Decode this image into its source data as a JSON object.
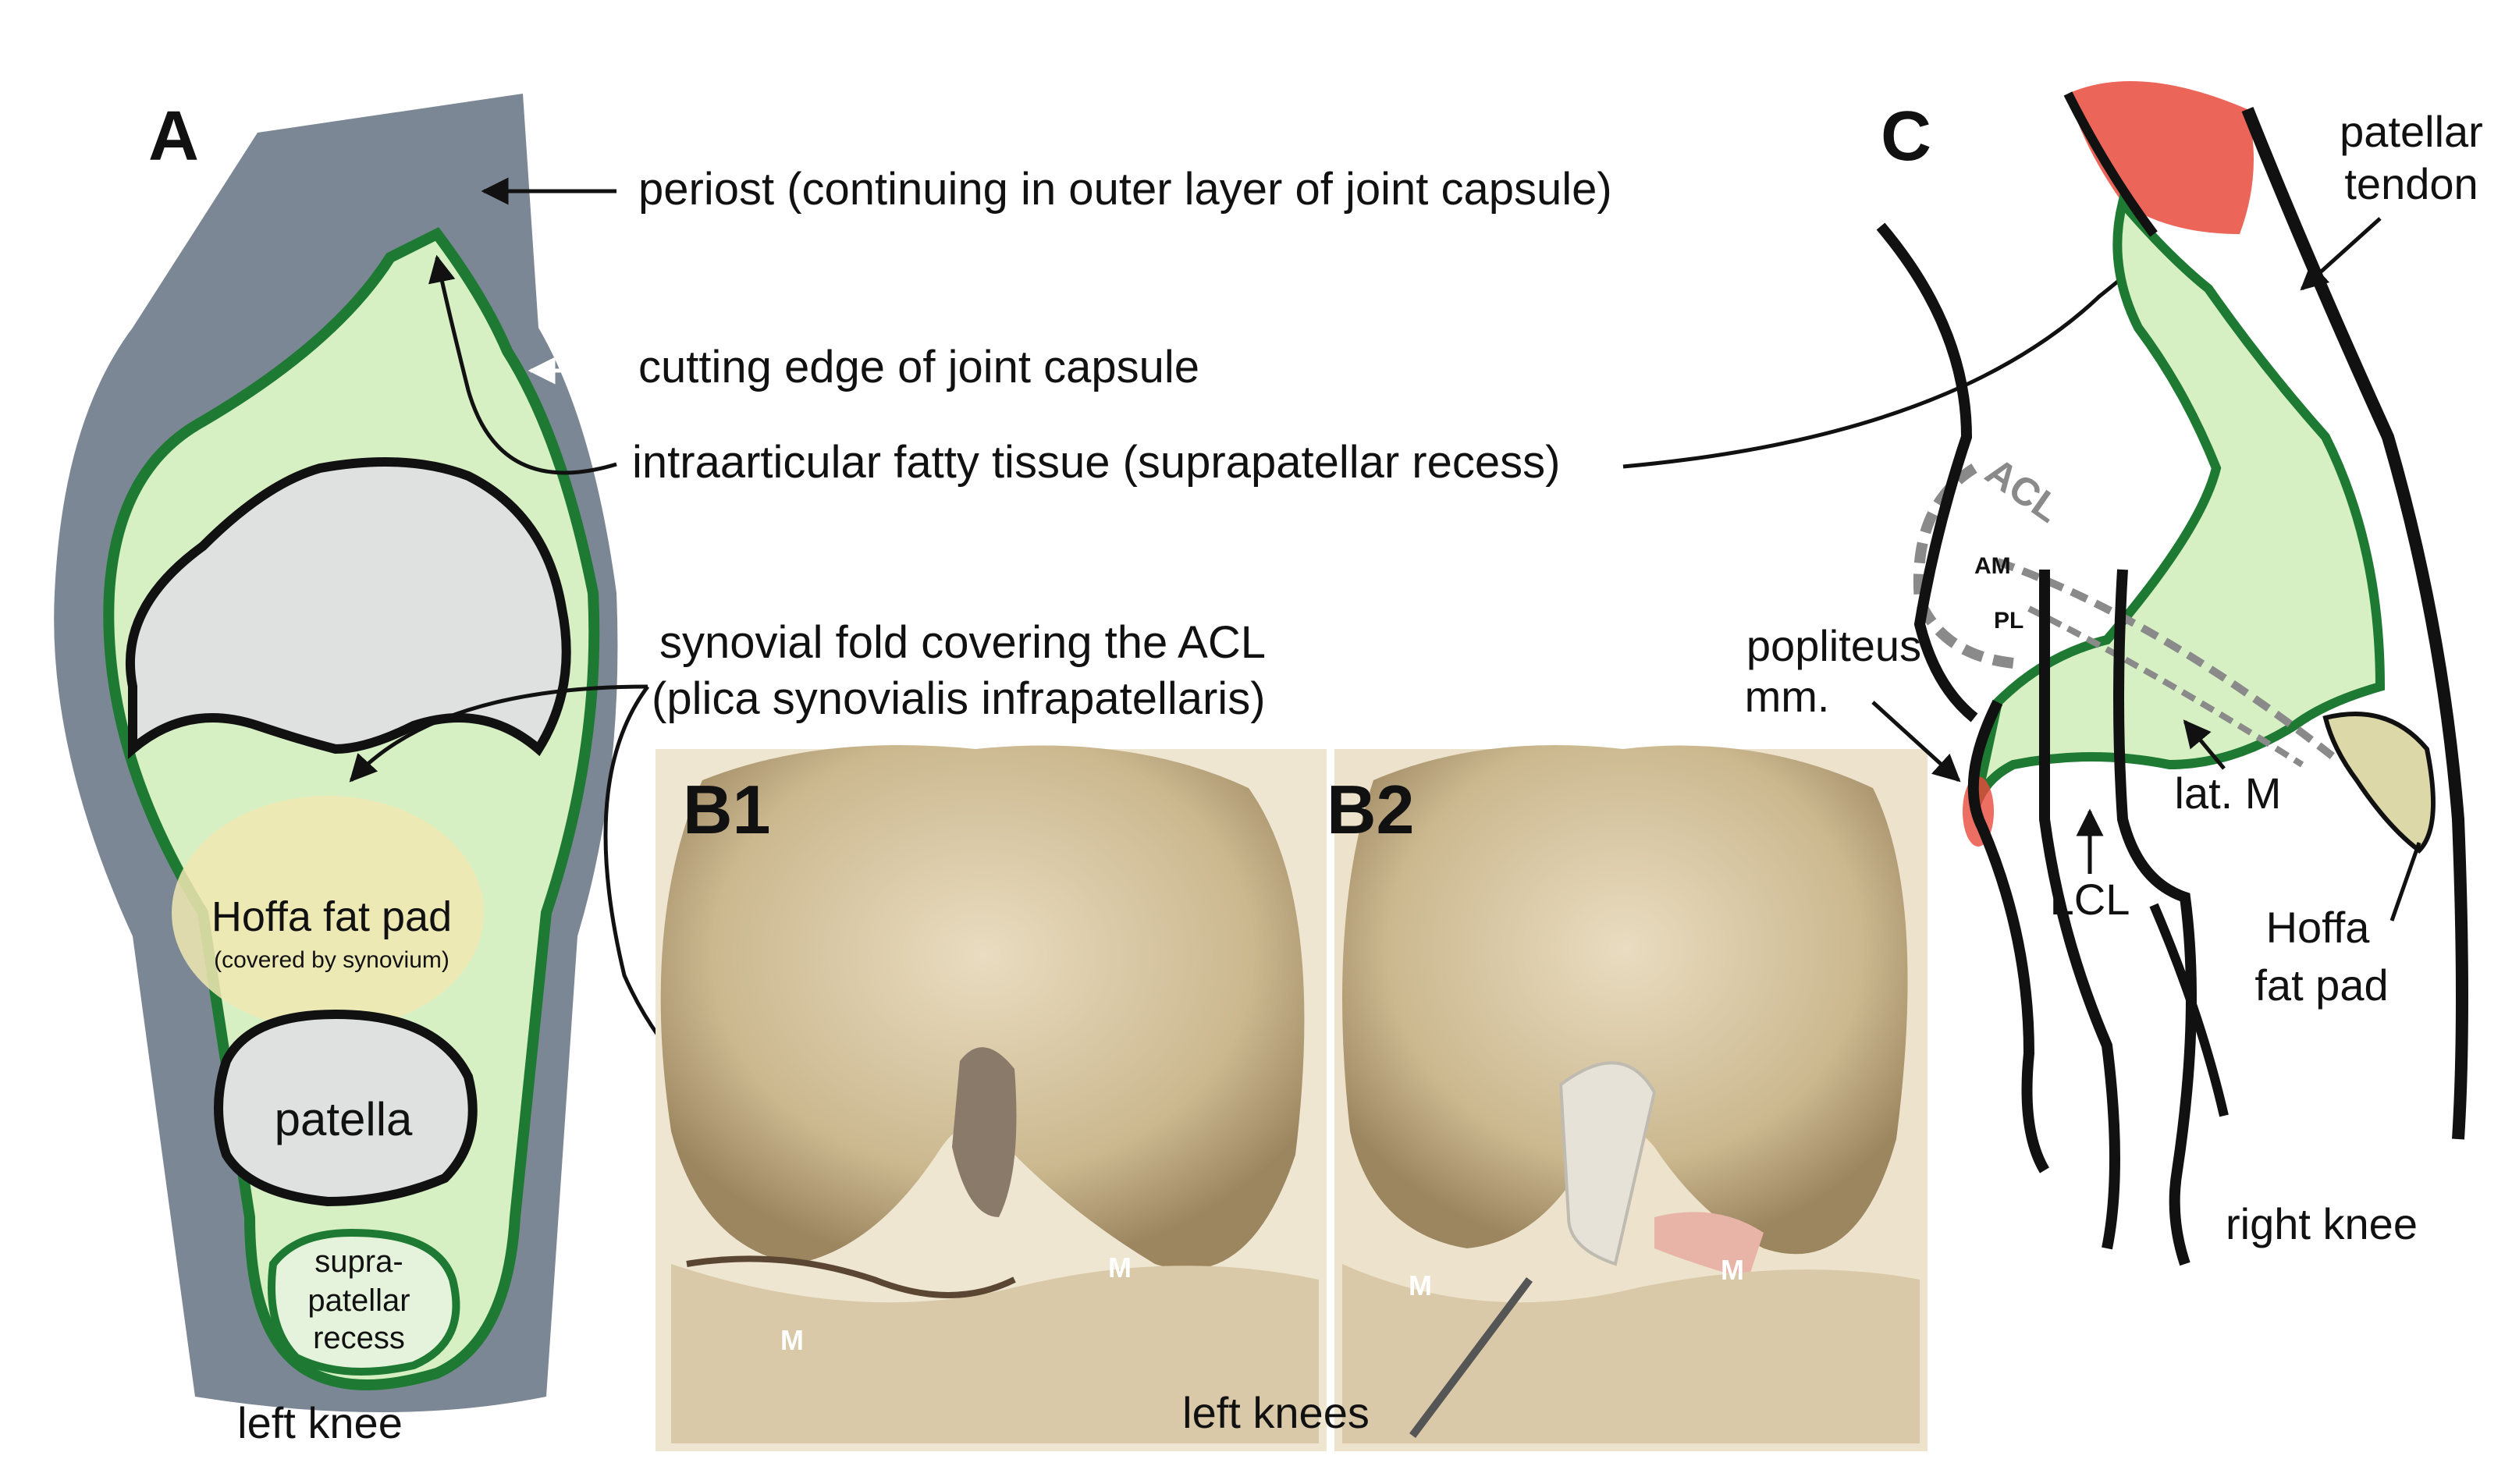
{
  "panels": {
    "a": "A",
    "b1": "B1",
    "b2": "B2",
    "c": "C"
  },
  "labels": {
    "periost": "periost (continuing in outer layer of joint capsule)",
    "cutting_edge": "cutting edge of joint capsule",
    "fatty_tissue": "intraarticular fatty tissue (suprapatellar recess)",
    "synovial_fold_1": "synovial fold covering the ACL",
    "synovial_fold_2": "(plica synovialis infrapatellaris)",
    "hoffa": "Hoffa fat pad",
    "hoffa_sub": "(covered  by synovium)",
    "patella": "patella",
    "supra_1": "supra-",
    "supra_2": "patellar",
    "supra_3": "recess",
    "left_knee": "left knee",
    "left_knees": "left knees",
    "m": "M",
    "popliteus_1": "popliteus",
    "popliteus_2": "mm.",
    "acl": "ACL",
    "am": "AM",
    "pl": "PL",
    "lat_m": "lat. M",
    "lcl": "LCL",
    "patellar_tendon_1": "patellar",
    "patellar_tendon_2": "tendon",
    "hoffa_c_1": "Hoffa",
    "hoffa_c_2": "fat pad",
    "right_knee": "right knee"
  },
  "colors": {
    "periost": "#7b8794",
    "capsule_green": "#1e7a33",
    "tissue_green": "#d6f0c4",
    "cartilage": "#dfe0e0",
    "hoffa_yellow": "#f1e7b3",
    "tendon_red": "#e84a3c",
    "fat_pad_tan": "#ddd8a8",
    "photo_bone": "#c9b793",
    "photo_shadow": "#5a4632"
  }
}
